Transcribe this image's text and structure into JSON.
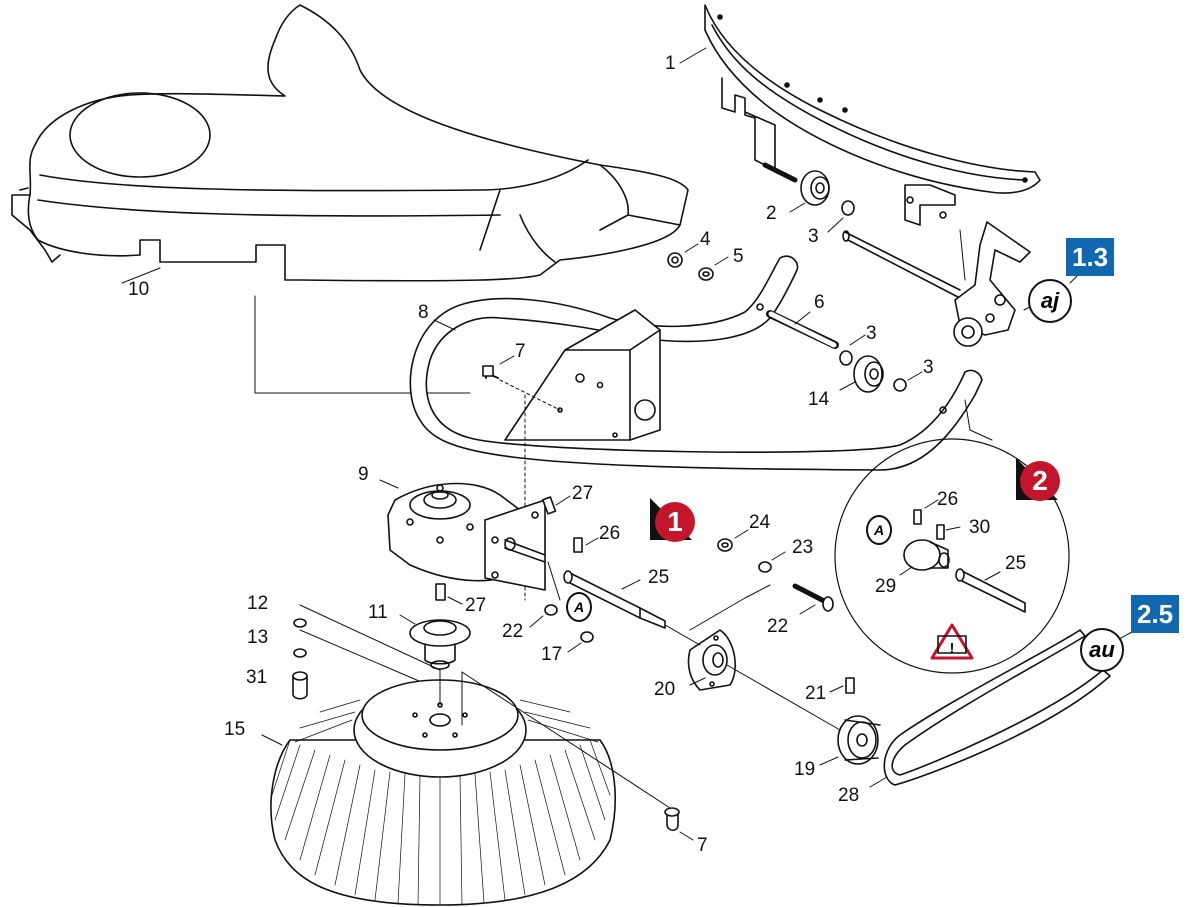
{
  "parts": [
    {
      "id": "1",
      "label": "1"
    },
    {
      "id": "2",
      "label": "2"
    },
    {
      "id": "3a",
      "label": "3"
    },
    {
      "id": "3b",
      "label": "3"
    },
    {
      "id": "3c",
      "label": "3"
    },
    {
      "id": "4",
      "label": "4"
    },
    {
      "id": "5",
      "label": "5"
    },
    {
      "id": "6",
      "label": "6"
    },
    {
      "id": "7a",
      "label": "7"
    },
    {
      "id": "7b",
      "label": "7"
    },
    {
      "id": "8",
      "label": "8"
    },
    {
      "id": "9",
      "label": "9"
    },
    {
      "id": "10",
      "label": "10"
    },
    {
      "id": "11",
      "label": "11"
    },
    {
      "id": "12",
      "label": "12"
    },
    {
      "id": "13",
      "label": "13"
    },
    {
      "id": "14",
      "label": "14"
    },
    {
      "id": "15",
      "label": "15"
    },
    {
      "id": "17",
      "label": "17"
    },
    {
      "id": "19",
      "label": "19"
    },
    {
      "id": "20",
      "label": "20"
    },
    {
      "id": "21",
      "label": "21"
    },
    {
      "id": "22a",
      "label": "22"
    },
    {
      "id": "22b",
      "label": "22"
    },
    {
      "id": "23",
      "label": "23"
    },
    {
      "id": "24",
      "label": "24"
    },
    {
      "id": "25a",
      "label": "25"
    },
    {
      "id": "25b",
      "label": "25"
    },
    {
      "id": "26a",
      "label": "26"
    },
    {
      "id": "26b",
      "label": "26"
    },
    {
      "id": "27a",
      "label": "27"
    },
    {
      "id": "27b",
      "label": "27"
    },
    {
      "id": "28",
      "label": "28"
    },
    {
      "id": "29",
      "label": "29"
    },
    {
      "id": "30",
      "label": "30"
    },
    {
      "id": "31",
      "label": "31"
    }
  ],
  "references": {
    "ref_1_3": "1.3",
    "ref_2_5": "2.5"
  },
  "badges": {
    "aj": "aj",
    "au": "au",
    "A1": "A",
    "A2": "A"
  },
  "steps": {
    "step1": "1",
    "step2": "2"
  },
  "colors": {
    "reference_box": "#1268b0",
    "step_marker": "#c3152c",
    "line": "#111111"
  }
}
